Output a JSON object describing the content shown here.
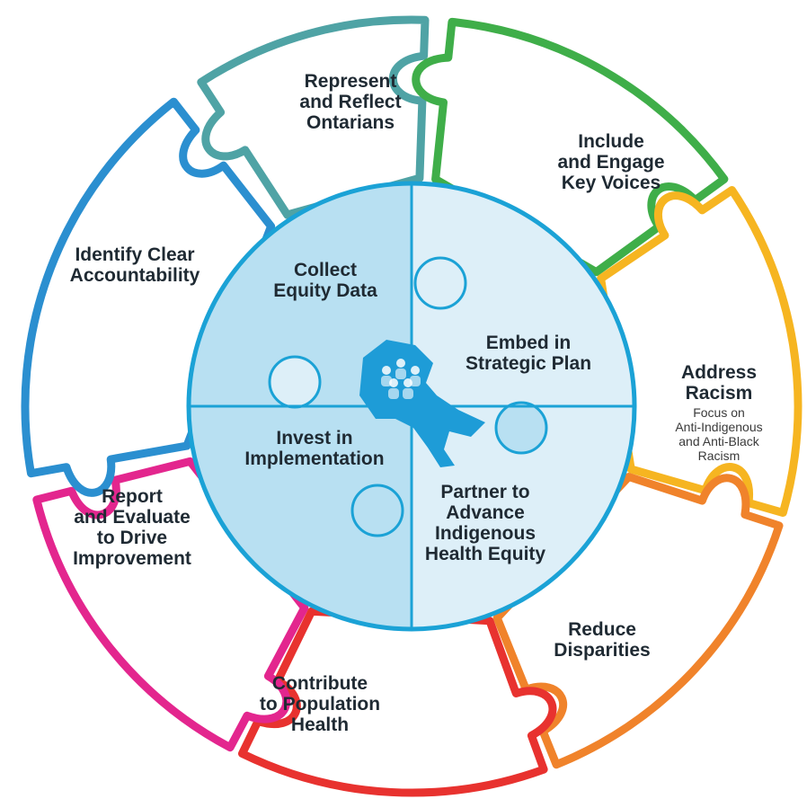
{
  "colors": {
    "teal": "#4fa3a5",
    "green": "#3fae49",
    "yellow": "#f6b521",
    "orange": "#f0832b",
    "red": "#e8322f",
    "magenta": "#e3268e",
    "blue": "#2b8fd0",
    "circle_border": "#1ba2d6",
    "quadrant_light": "#ddeff8",
    "quadrant_dark": "#b8e0f2",
    "map": "#1e9cd7"
  },
  "center_icon": "ontario-map-people-icon",
  "outer_pieces": [
    {
      "id": "represent",
      "color": "teal",
      "lines": [
        "Represent",
        "and Reflect",
        "Ontarians"
      ]
    },
    {
      "id": "include",
      "color": "green",
      "lines": [
        "Include",
        "and Engage",
        "Key Voices"
      ]
    },
    {
      "id": "racism",
      "color": "yellow",
      "lines": [
        "Address",
        "Racism"
      ],
      "sub_lines": [
        "Focus on",
        "Anti-Indigenous",
        "and Anti-Black",
        "Racism"
      ]
    },
    {
      "id": "disparities",
      "color": "orange",
      "lines": [
        "Reduce",
        "Disparities"
      ]
    },
    {
      "id": "population",
      "color": "red",
      "lines": [
        "Contribute",
        "to Population",
        "Health"
      ]
    },
    {
      "id": "report",
      "color": "magenta",
      "lines": [
        "Report",
        "and Evaluate",
        "to Drive",
        "Improvement"
      ]
    },
    {
      "id": "accountability",
      "color": "blue",
      "lines": [
        "Identify Clear",
        "Accountability"
      ]
    }
  ],
  "inner_pieces": [
    {
      "id": "collect",
      "lines": [
        "Collect",
        "Equity Data"
      ]
    },
    {
      "id": "embed",
      "lines": [
        "Embed in",
        "Strategic Plan"
      ]
    },
    {
      "id": "invest",
      "lines": [
        "Invest in",
        "Implementation"
      ]
    },
    {
      "id": "partner",
      "lines": [
        "Partner to",
        "Advance",
        "Indigenous",
        "Health Equity"
      ]
    }
  ]
}
